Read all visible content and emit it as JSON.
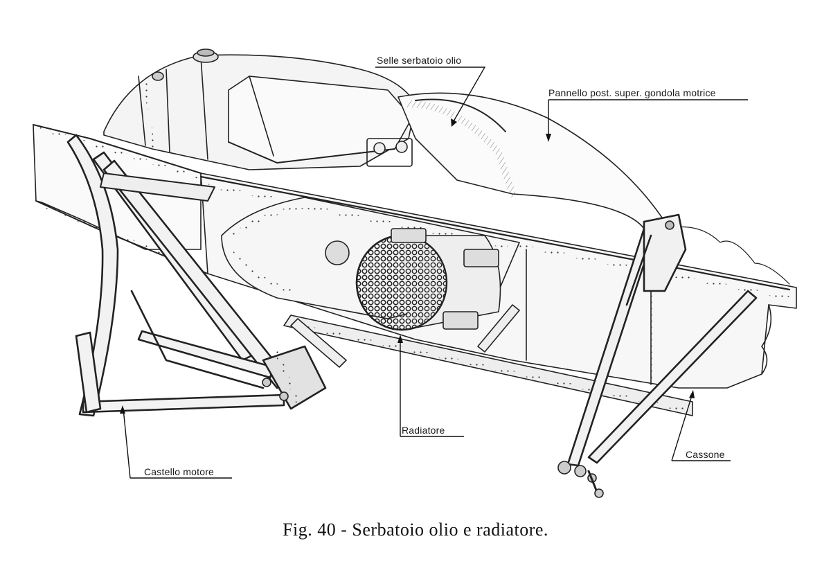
{
  "labels": {
    "selle_serbatoio": "Selle serbatoio olio",
    "pannello": "Pannello post. super. gondola motrice",
    "radiatore": "Radiatore",
    "castello": "Castello motore",
    "cassone": "Cassone"
  },
  "caption": "Fig. 40 - Serbatoio olio e radiatore."
}
